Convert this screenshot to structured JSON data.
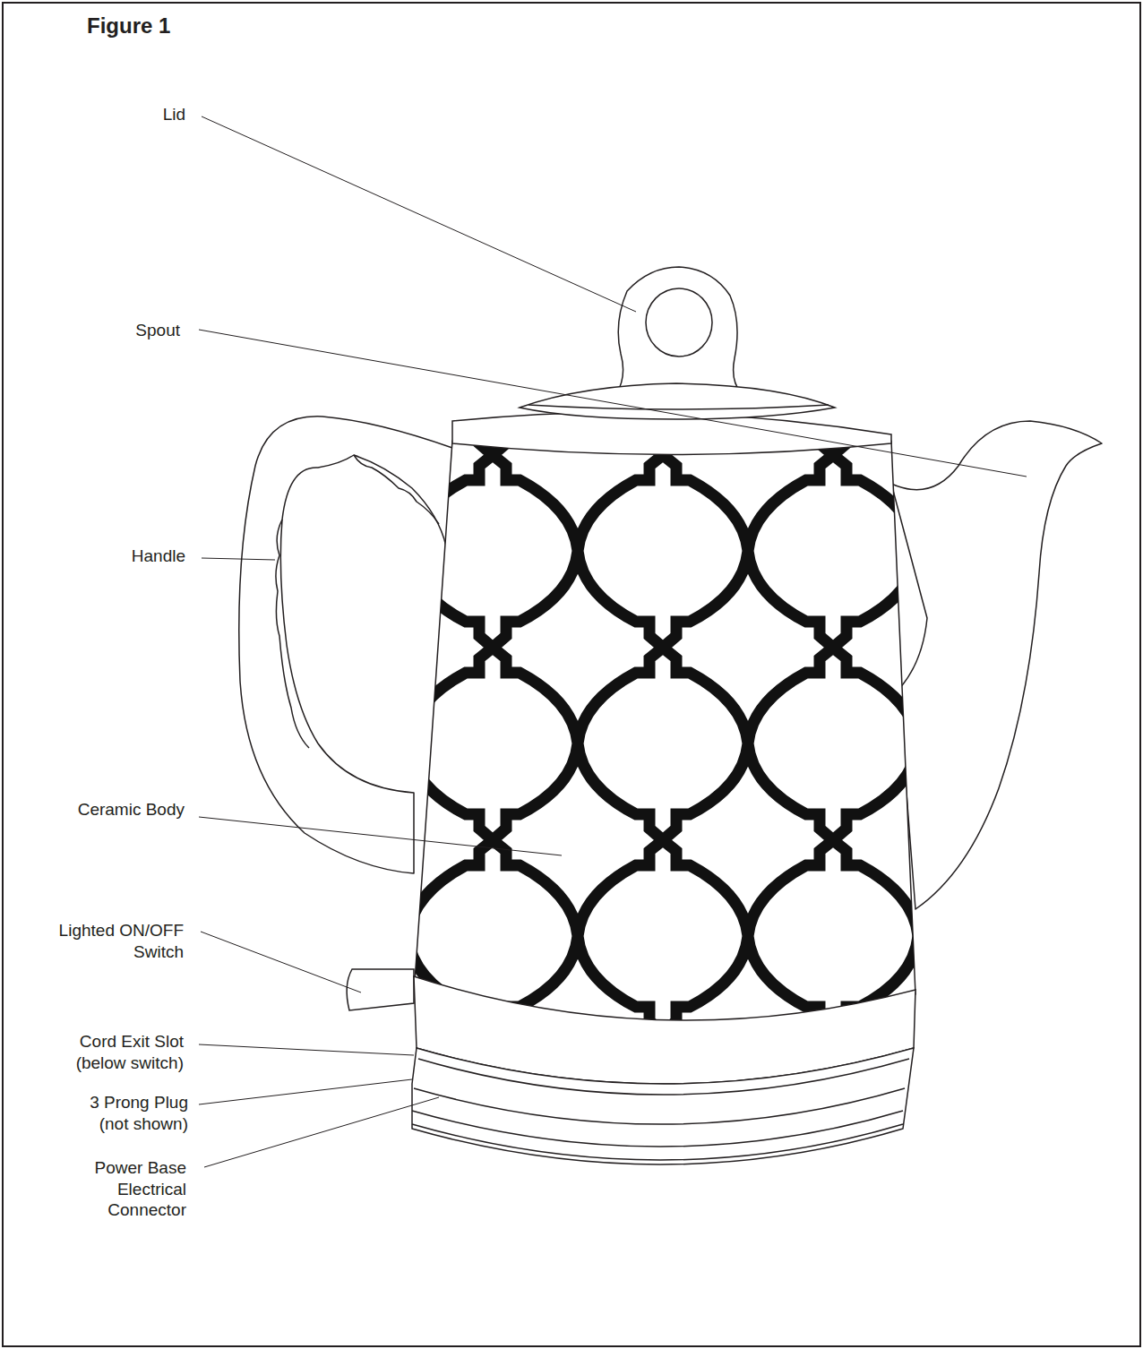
{
  "diagram": {
    "title": "Figure 1",
    "labels": [
      "Lid",
      "Spout",
      "Handle",
      "Ceramic Body",
      "Lighted ON/OFF Switch",
      "Cord Exit Slot (below switch)",
      "3 Prong Plug (not shown)",
      "Power Base Electrical Connector"
    ]
  }
}
